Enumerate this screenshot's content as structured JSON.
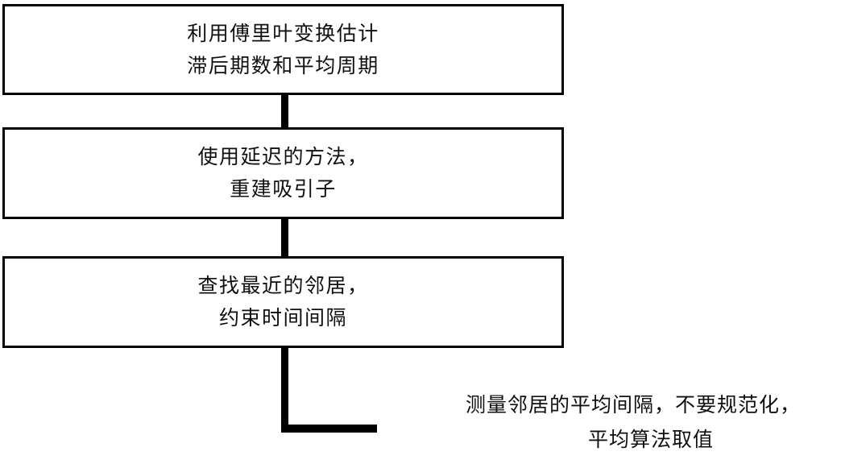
{
  "diagram": {
    "type": "flowchart",
    "orientation": "vertical",
    "title": "",
    "colors": {
      "stroke": "#000000",
      "fill": "#ffffff",
      "text": "#101010"
    },
    "nodes": [
      {
        "id": "node-1",
        "shape": "rectangle",
        "lines": [
          "利用傅里叶变换估计",
          "滞后期数和平均周期"
        ]
      },
      {
        "id": "node-2",
        "shape": "rectangle",
        "lines": [
          "使用延迟的方法，",
          "重建吸引子"
        ]
      },
      {
        "id": "node-3",
        "shape": "rectangle",
        "lines": [
          "查找最近的邻居，",
          "约束时间间隔"
        ]
      }
    ],
    "connectors": [
      {
        "id": "connector-1",
        "from": "node-1",
        "to": "node-2",
        "style": "vertical-bar"
      },
      {
        "id": "connector-2",
        "from": "node-2",
        "to": "node-3",
        "style": "vertical-bar"
      },
      {
        "id": "connector-3",
        "from": "node-3",
        "to": "side-note",
        "style": "elbow-down-right"
      }
    ],
    "annotations": [
      {
        "id": "side-note",
        "lines": [
          "测量邻居的平均间隔，不要规范化，",
          "平均算法取值"
        ]
      }
    ]
  }
}
